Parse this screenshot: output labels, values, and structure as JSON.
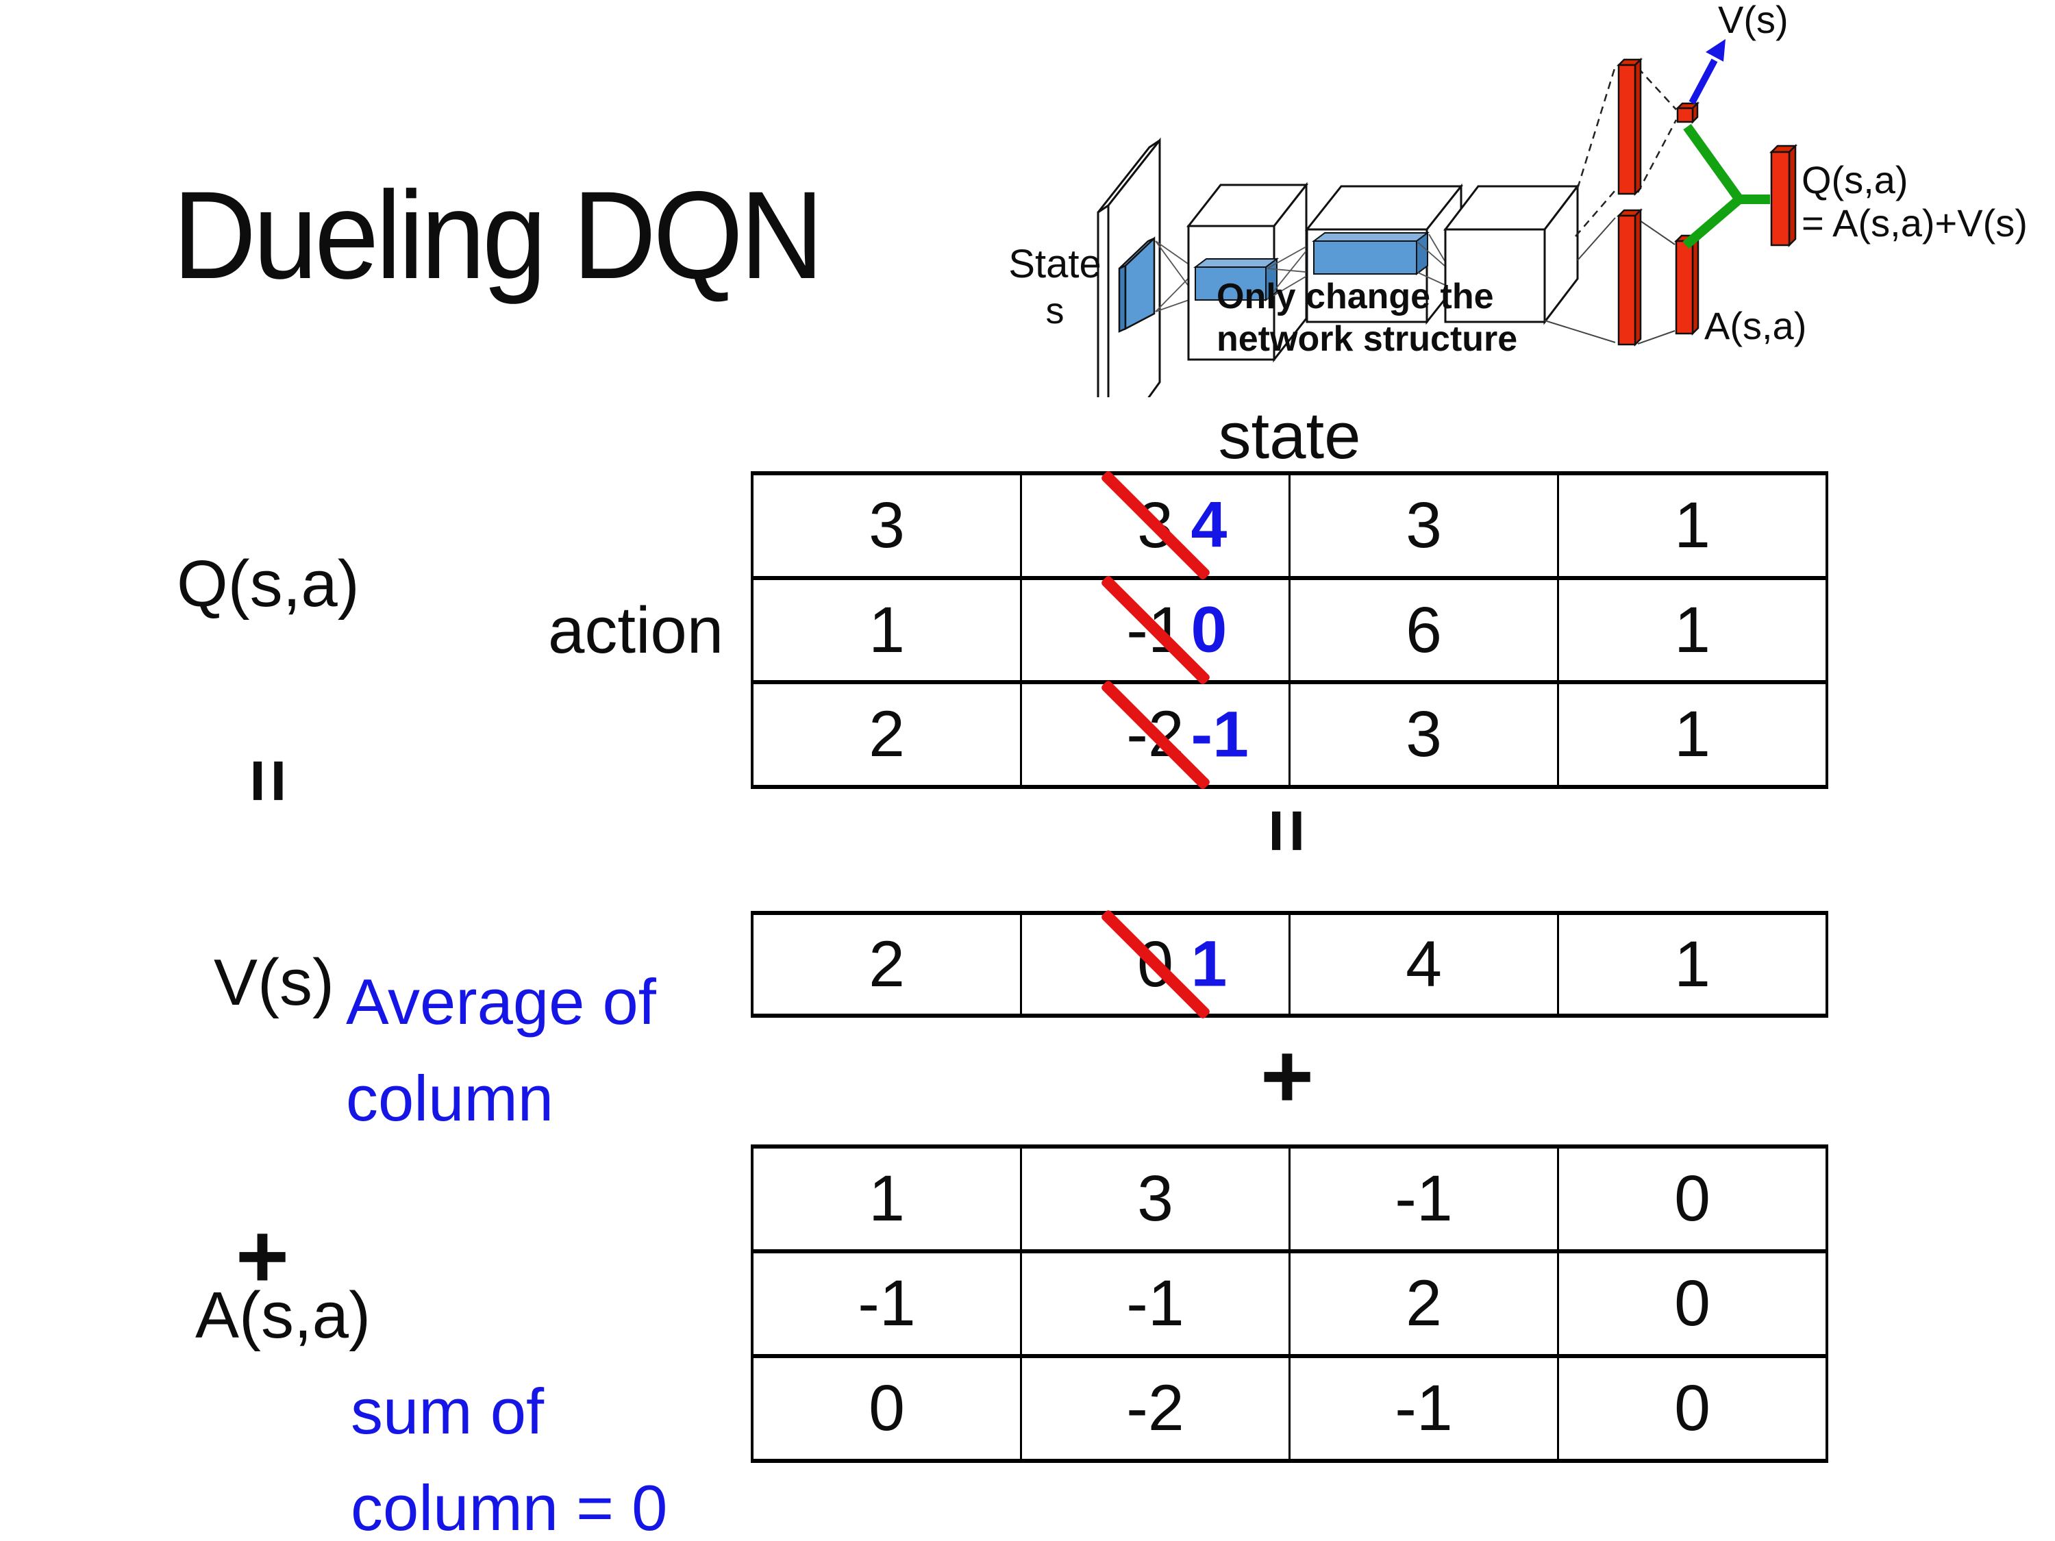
{
  "title": "Dueling DQN",
  "labels": {
    "state": "state",
    "action": "action",
    "q_sa": "Q(s,a)",
    "v_s": "V(s)",
    "a_sa": "A(s,a)",
    "equals": "=",
    "plus": "+",
    "average_note": "Average of\ncolumn",
    "sum_note": "sum of\ncolumn = 0"
  },
  "diagram": {
    "state_line1": "State",
    "state_line2": "s",
    "note_line1": "Only change the",
    "note_line2": "network structure",
    "v_label": "V(s)",
    "a_label": "A(s,a)",
    "q_label_line1": "Q(s,a)",
    "q_label_line2": "= A(s,a)+V(s)"
  },
  "tables": {
    "q": {
      "rows": [
        [
          "3",
          {
            "old": "3",
            "new": "4"
          },
          "3",
          "1"
        ],
        [
          "1",
          {
            "old": "-1",
            "new": "0"
          },
          "6",
          "1"
        ],
        [
          "2",
          {
            "old": "-2",
            "new": "-1"
          },
          "3",
          "1"
        ]
      ]
    },
    "v": {
      "rows": [
        [
          "2",
          {
            "old": "0",
            "new": "1"
          },
          "4",
          "1"
        ]
      ]
    },
    "a": {
      "rows": [
        [
          "1",
          "3",
          "-1",
          "0"
        ],
        [
          "-1",
          "-1",
          "2",
          "0"
        ],
        [
          "0",
          "-2",
          "-1",
          "0"
        ]
      ]
    }
  },
  "colors": {
    "annotation_blue": "#1515e6",
    "strike_red": "#e51414",
    "conv_bar_blue": "#5b9bd5",
    "fc_bar_red": "#ee2e10",
    "connector_green": "#12a212"
  }
}
